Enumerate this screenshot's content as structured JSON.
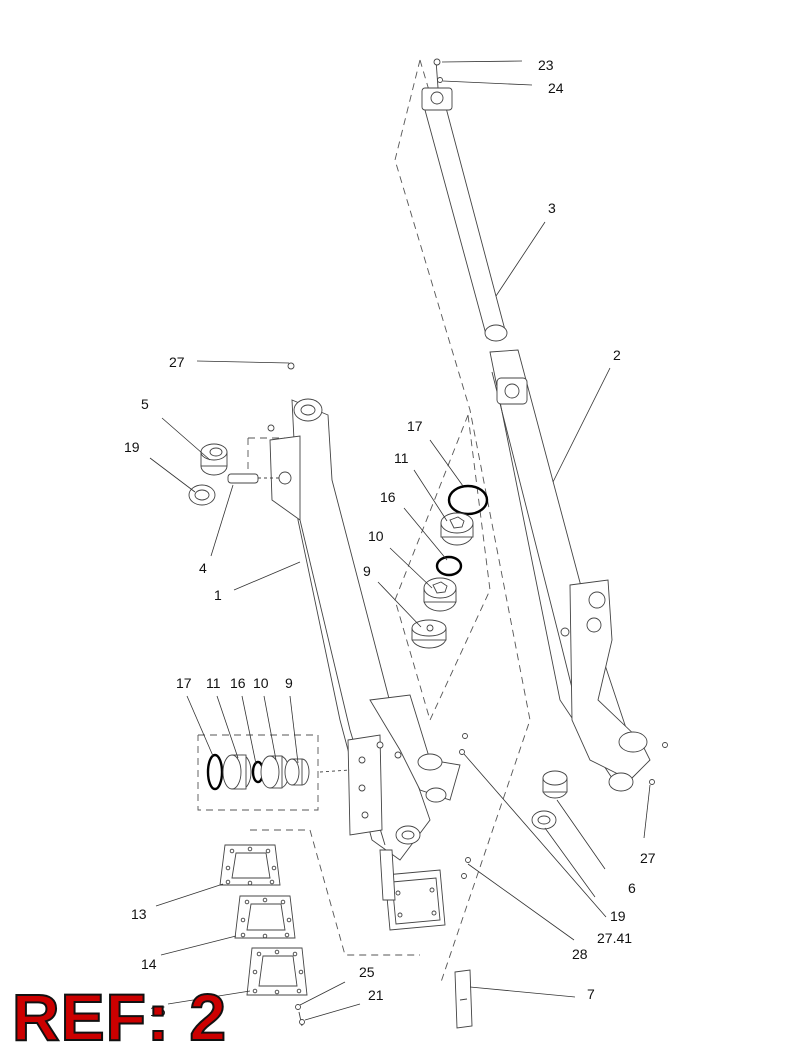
{
  "diagram": {
    "ref_label": "REF: 2",
    "callouts": [
      {
        "id": "c23",
        "text": "23"
      },
      {
        "id": "c24",
        "text": "24"
      },
      {
        "id": "c3",
        "text": "3"
      },
      {
        "id": "c2",
        "text": "2"
      },
      {
        "id": "c27a",
        "text": "27"
      },
      {
        "id": "c5",
        "text": "5"
      },
      {
        "id": "c19a",
        "text": "19"
      },
      {
        "id": "c17a",
        "text": "17"
      },
      {
        "id": "c11a",
        "text": "11"
      },
      {
        "id": "c16a",
        "text": "16"
      },
      {
        "id": "c10a",
        "text": "10"
      },
      {
        "id": "c9a",
        "text": "9"
      },
      {
        "id": "c4",
        "text": "4"
      },
      {
        "id": "c1",
        "text": "1"
      },
      {
        "id": "c17b",
        "text": "17"
      },
      {
        "id": "c11b",
        "text": "11"
      },
      {
        "id": "c16b",
        "text": "16"
      },
      {
        "id": "c10b",
        "text": "10"
      },
      {
        "id": "c9b",
        "text": "9"
      },
      {
        "id": "c27b",
        "text": "27"
      },
      {
        "id": "c6",
        "text": "6"
      },
      {
        "id": "c19b",
        "text": "19"
      },
      {
        "id": "c2741",
        "text": "27.41"
      },
      {
        "id": "c28",
        "text": "28"
      },
      {
        "id": "c13",
        "text": "13"
      },
      {
        "id": "c14",
        "text": "14"
      },
      {
        "id": "c15",
        "text": "15"
      },
      {
        "id": "c25",
        "text": "25"
      },
      {
        "id": "c21",
        "text": "21"
      },
      {
        "id": "c7",
        "text": "7"
      }
    ]
  }
}
